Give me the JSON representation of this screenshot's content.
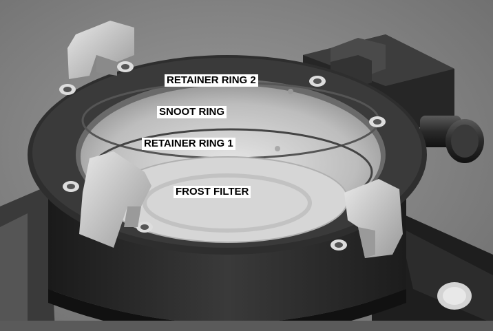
{
  "labels": {
    "retainer_ring_2": "RETAINER RING 2",
    "snoot_ring": "SNOOT RING",
    "retainer_ring_1": "RETAINER RING 1",
    "frost_filter": "FROST FILTER"
  },
  "colors": {
    "background": "#8a8a8a",
    "housing": "#2a2a2a",
    "ring_interior": "#c8c8c8",
    "label_background": "#ffffff",
    "label_text": "#000000"
  }
}
